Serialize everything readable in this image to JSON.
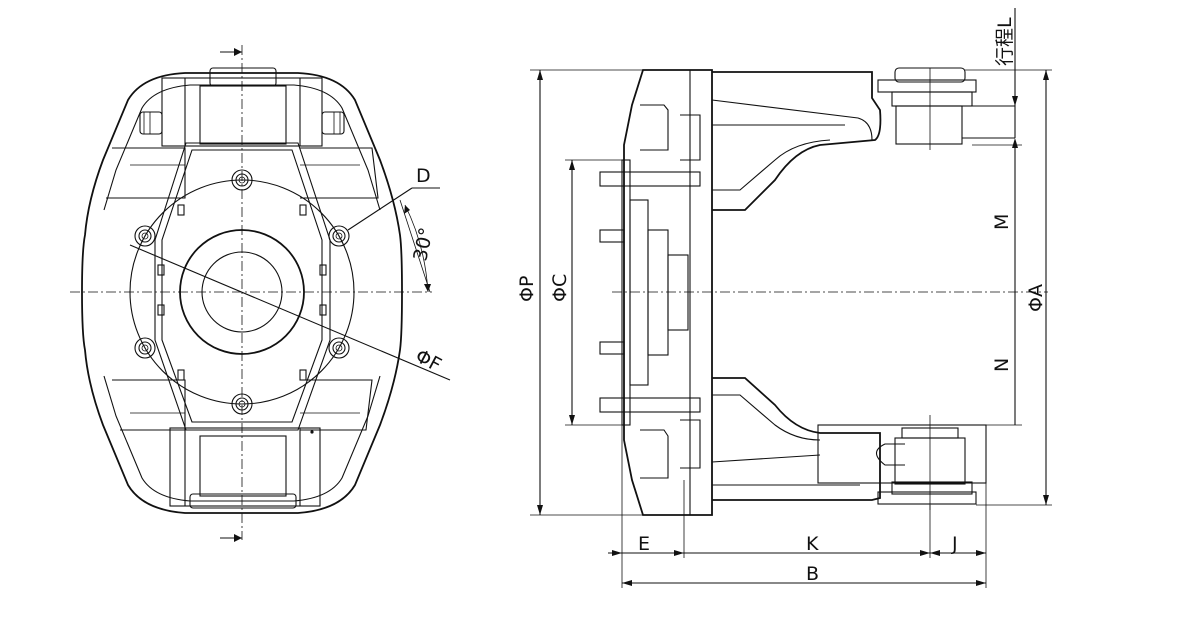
{
  "labels": {
    "d": "D",
    "angle": "30°",
    "phi_f": "ΦF",
    "phi_p": "ΦP",
    "phi_c": "ΦC",
    "phi_a": "ΦA",
    "m": "M",
    "n": "N",
    "e": "E",
    "k": "K",
    "j": "J",
    "b": "B",
    "stroke_l": "行程L"
  },
  "colors": {
    "line": "#111111",
    "background": "#ffffff"
  }
}
